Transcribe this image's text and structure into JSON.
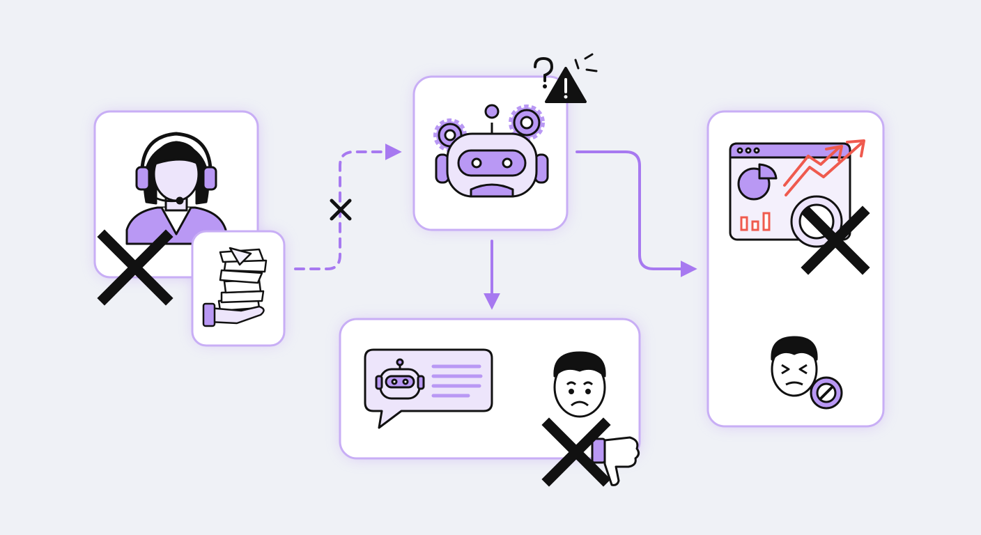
{
  "diagram": {
    "nodes": [
      {
        "id": "human-agent",
        "icon": "support-agent-headset-icon",
        "status": "crossed-out"
      },
      {
        "id": "paper-stack",
        "icon": "hand-holding-paper-stack-icon"
      },
      {
        "id": "ai-bot",
        "icon": "robot-with-gears-icon",
        "badges": [
          "question-mark-icon",
          "warning-triangle-icon"
        ]
      },
      {
        "id": "bot-chat-outcome",
        "icons": [
          "bot-chat-bubble-icon",
          "sad-customer-face-icon",
          "thumbs-down-icon"
        ],
        "status": "crossed-out"
      },
      {
        "id": "analytics-outcome",
        "icons": [
          "analytics-dashboard-icon",
          "pie-chart-icon",
          "bar-chart-icon",
          "rising-trend-arrows-icon",
          "magnifier-icon",
          "frustrated-customer-face-icon",
          "blocked-icon"
        ],
        "status": "crossed-out"
      }
    ],
    "connectors": [
      {
        "from": "paper-stack",
        "to": "ai-bot",
        "style": "dashed",
        "status": "broken"
      },
      {
        "from": "ai-bot",
        "to": "bot-chat-outcome",
        "style": "solid"
      },
      {
        "from": "ai-bot",
        "to": "analytics-outcome",
        "style": "solid"
      },
      {
        "from": "analytics-outcome",
        "to": "frustrated-customer",
        "style": "solid"
      }
    ]
  },
  "colors": {
    "background": "#eff1f6",
    "card": "#ffffff",
    "accent": "#a779f0",
    "accent_light": "#cdb5f7",
    "accent_fill": "#b998f4",
    "stroke": "#111111",
    "trend_red": "#ef5a4e"
  }
}
